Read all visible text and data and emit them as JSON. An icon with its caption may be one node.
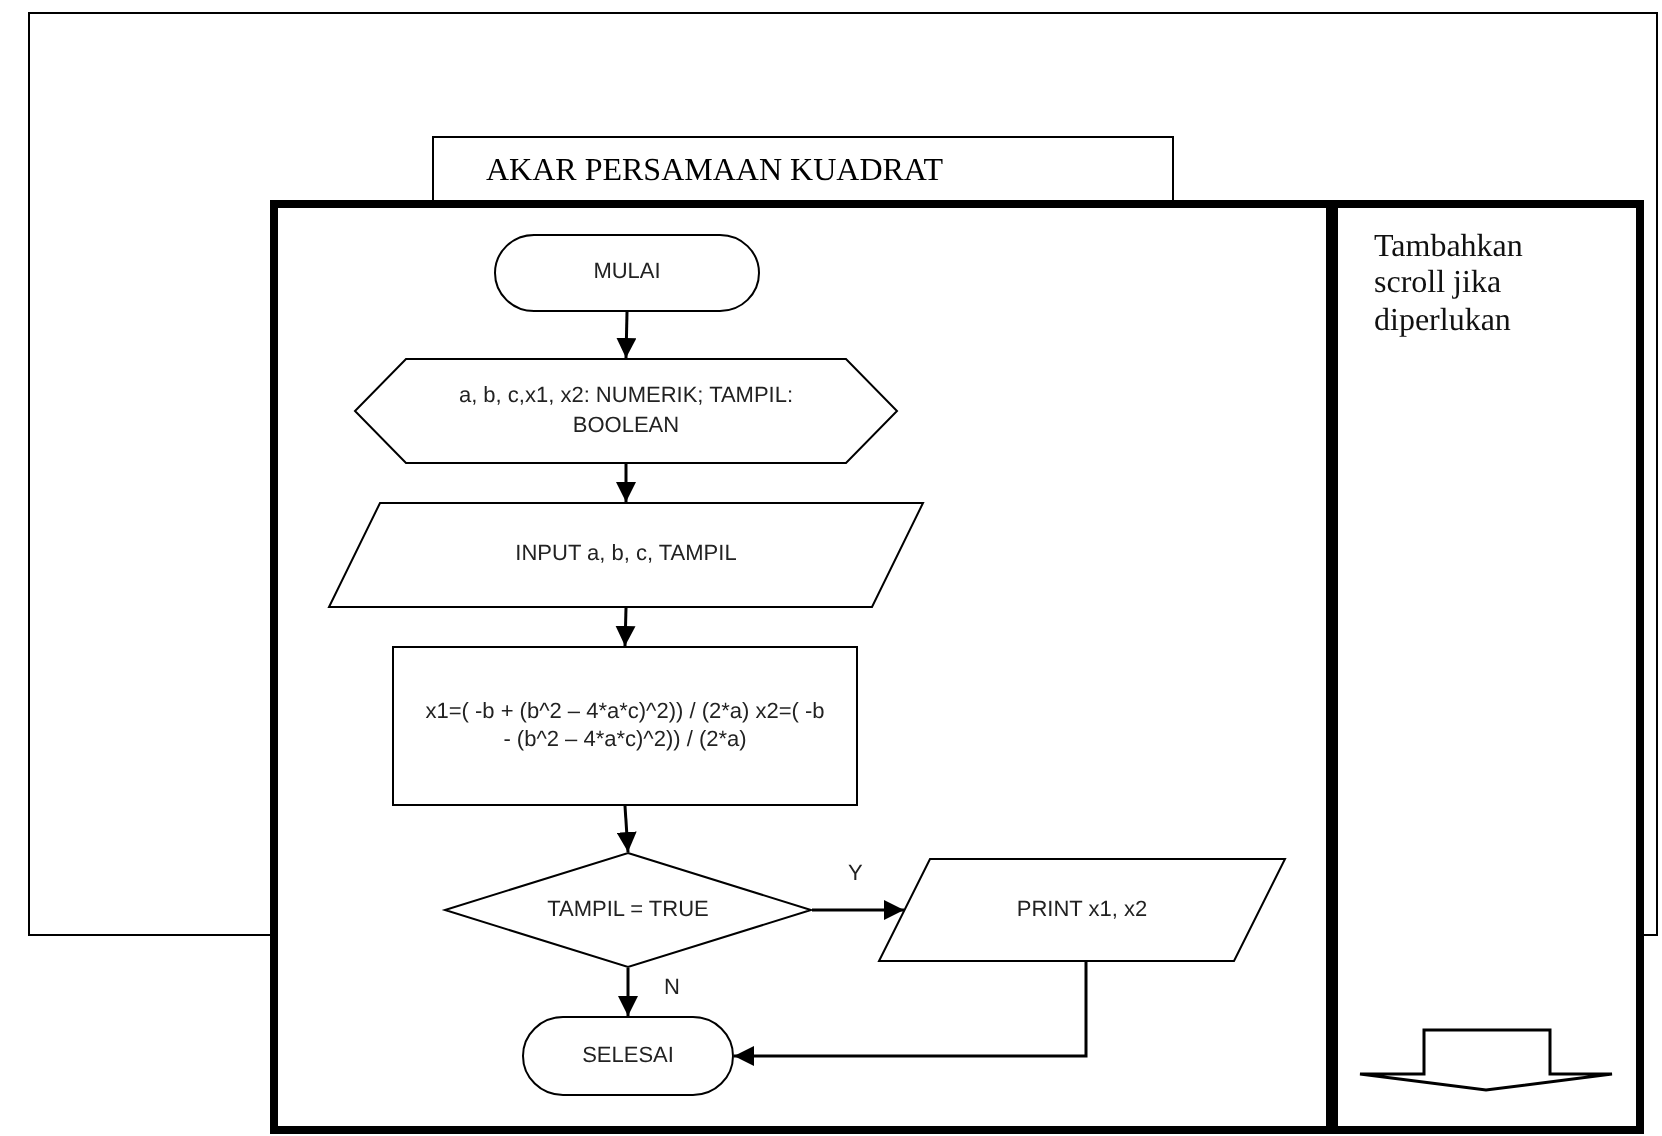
{
  "diagram": {
    "title": "AKAR PERSAMAAN KUADRAT",
    "nodes": [
      {
        "text": [
          "MULAI"
        ]
      },
      {
        "text": [
          "a, b, c,x1, x2: NUMERIK; TAMPIL: BOOLEAN"
        ]
      },
      {
        "text": [
          "INPUT a, b, c, TAMPIL"
        ]
      },
      {
        "text": [
          "x1=( -b + (b^2 – 4*a*c)^2)) / (2*a) x2=( -b - (b^2 – 4*a*c)^2)) / (2*a)"
        ]
      },
      {
        "text": [
          "TAMPIL = TRUE"
        ]
      },
      {
        "text": [
          "PRINT  x1, x2"
        ]
      },
      {
        "text": [
          "SELESAI"
        ]
      },
      {
        "text": [
          "Tambahkan scroll jika diperlukan"
        ]
      }
    ],
    "edges": [
      {
        "from": 0,
        "to": 1,
        "arrow": "to"
      },
      {
        "from": 1,
        "to": 2,
        "arrow": "to"
      },
      {
        "from": 2,
        "to": 3,
        "arrow": "to"
      },
      {
        "from": 3,
        "to": 4,
        "arrow": "to"
      },
      {
        "from": 4,
        "to": 5,
        "arrow": "to",
        "label": "Y"
      },
      {
        "from": 4,
        "to": 6,
        "arrow": "to",
        "label": "N"
      },
      {
        "from": 5,
        "to": 6,
        "arrow": "to"
      }
    ]
  }
}
